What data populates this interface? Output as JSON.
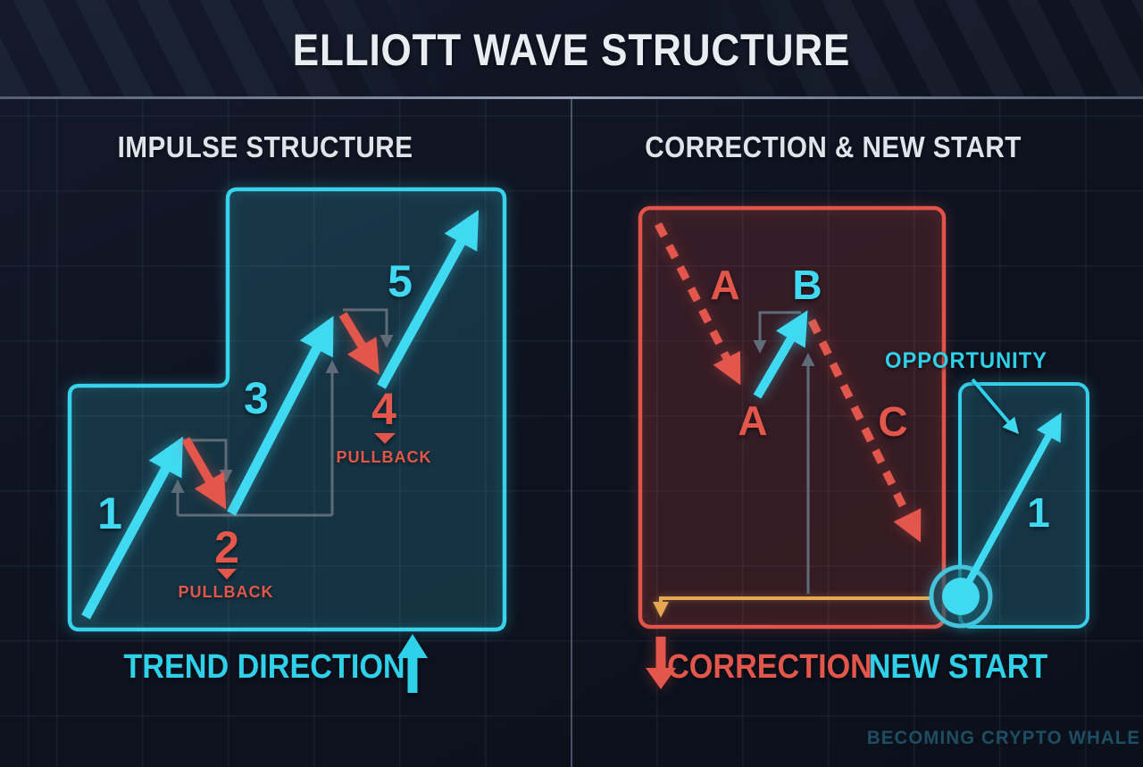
{
  "header": {
    "title": "ELLIOTT WAVE STRUCTURE"
  },
  "impulse": {
    "title": "IMPULSE STRUCTURE",
    "label_1": "1",
    "label_2": "2",
    "label_3": "3",
    "label_4": "4",
    "label_5": "5",
    "pullback_2": "PULLBACK",
    "pullback_4": "PULLBACK",
    "trend_label": "TREND DIRECTION"
  },
  "correction": {
    "title": "CORRECTION & NEW START",
    "label_a_upper": "A",
    "label_b": "B",
    "label_a_lower": "A",
    "label_c": "C",
    "opportunity": "OPPORTUNITY",
    "label_wave1": "1",
    "correction_label": "CORRECTION",
    "new_start_label": "NEW START"
  },
  "watermark": {
    "text": "BECOMING CRYPTO WHALE"
  },
  "colors": {
    "background": "#0e1320",
    "cyan": "#3fd9f2",
    "red": "#e2564b",
    "orange": "#e8a851",
    "gray_guide": "#5f6b78",
    "heading_white": "#e9edf2",
    "watermark": "#1d4e63",
    "impulse_zone_fill": "#14333b",
    "correction_zone_fill": "#3a1d22"
  }
}
